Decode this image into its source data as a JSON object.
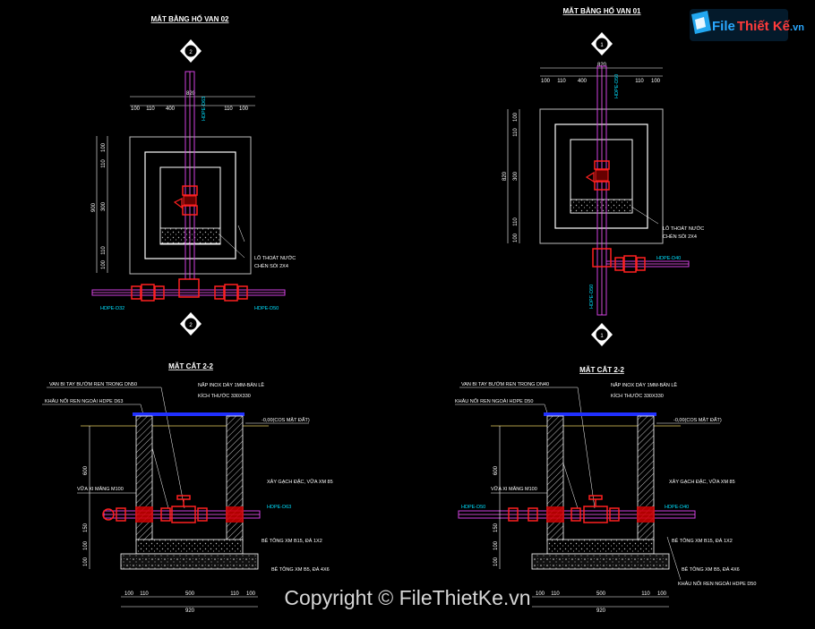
{
  "logo": {
    "brand_a": "File",
    "brand_b": "Thiết Kế",
    "brand_c": ".vn"
  },
  "watermark": "Copyright © FileThietKe.vn",
  "plan_left": {
    "title": "MẶT BẰNG HỐ VAN 02",
    "section_marker": "2",
    "dims_top": [
      "100",
      "110",
      "400",
      "110",
      "100"
    ],
    "dim_total": "820",
    "dims_left": [
      "100",
      "110",
      "300",
      "110",
      "100"
    ],
    "dim_left_total": "900",
    "pipe_label_vertical": "HDPE-D63",
    "drain_label": [
      "LỖ THOÁT NƯỚC",
      "CHÈN SỎI 2X4"
    ],
    "pipe_left_label": "HDPE-D32",
    "pipe_right_label": "HDPE-D50"
  },
  "plan_right": {
    "title": "MẶT BẰNG HỐ VAN 01",
    "section_marker": "1",
    "dims_top": [
      "100",
      "110",
      "400",
      "110",
      "100"
    ],
    "dim_total": "820",
    "dims_left": [
      "100",
      "110",
      "300",
      "110",
      "100"
    ],
    "dim_left_total": "820",
    "pipe_label_vertical": "HDPE-D50",
    "drain_label": [
      "LỖ THOÁT NƯỚC",
      "CHÈN SỎI 2X4"
    ],
    "pipe_right_label": "HDPE-D40",
    "pipe_down_label": "HDPE-D50"
  },
  "section_left": {
    "title": "MẶT CẮT 2-2",
    "notes_left": [
      "VAN BI TAY BƯỚM REN TRONG DN50",
      "KHÂU NỐI REN NGOÀI HDPE D63",
      "VỮA XI MĂNG M100"
    ],
    "notes_right": [
      "NẮP INOX DÀY 1MM-BẢN LỀ",
      "KÍCH THƯỚC 330X330",
      "-0,00(COS MẶT ĐẤT)",
      "XÂY GẠCH ĐẶC, VỮA XM 85",
      "HDPE-D63",
      "BÊ TÔNG XM B15, ĐÁ 1X2",
      "BÊ TÔNG XM B5, ĐÁ 4X6"
    ],
    "dims_vertical": [
      "600",
      "150",
      "100",
      "100"
    ],
    "dims_bottom": [
      "100",
      "110",
      "500",
      "110",
      "100"
    ],
    "dim_bottom_total": "920"
  },
  "section_right": {
    "title": "MẶT CẮT 2-2",
    "notes_left": [
      "VAN BI TAY BƯỚM REN TRONG DN40",
      "KHÂU NỐI REN NGOÀI HDPE D50",
      "VỮA XI MĂNG M100",
      "HDPE-D50"
    ],
    "notes_right": [
      "NẮP INOX DÀY 1MM-BẢN LỀ",
      "KÍCH THƯỚC 330X330",
      "-0,00(COS MẶT ĐẤT)",
      "XÂY GẠCH ĐẶC, VỮA XM 85",
      "HDPE-D40",
      "BÊ TÔNG XM B15, ĐÁ 1X2",
      "BÊ TÔNG XM B5, ĐÁ 4X6",
      "KHÂU NỐI REN NGOÀI HDPE D50"
    ],
    "dims_vertical": [
      "600",
      "150",
      "100",
      "100"
    ],
    "dims_bottom": [
      "100",
      "110",
      "500",
      "110",
      "100"
    ],
    "dim_bottom_total": "920"
  }
}
